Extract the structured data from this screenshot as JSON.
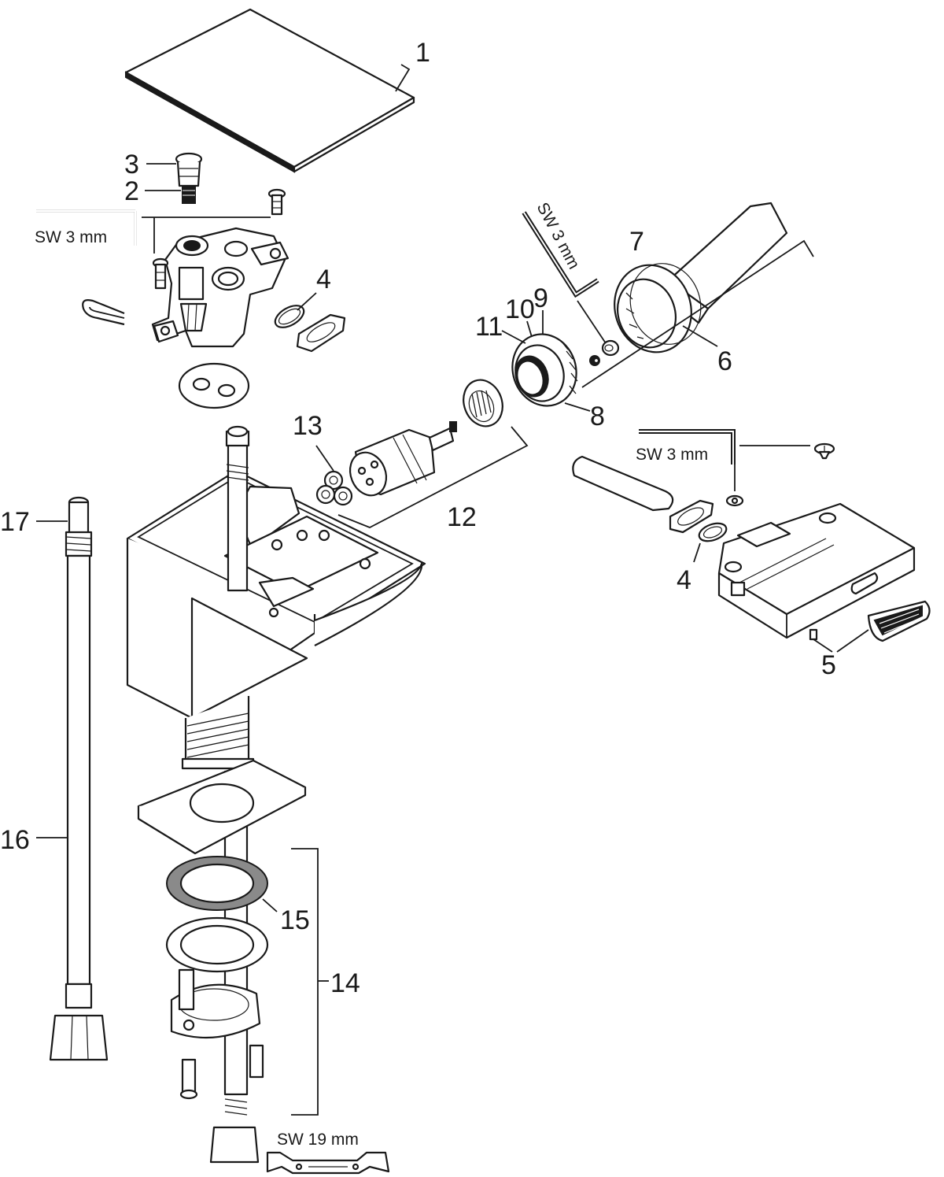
{
  "callouts": {
    "c1": "1",
    "c2": "2",
    "c3": "3",
    "c4a": "4",
    "c4b": "4",
    "c5": "5",
    "c6": "6",
    "c7": "7",
    "c8": "8",
    "c9": "9",
    "c10": "10",
    "c11": "11",
    "c12": "12",
    "c13": "13",
    "c14": "14",
    "c15": "15",
    "c16": "16",
    "c17": "17"
  },
  "tools": {
    "hex_key_left": "SW 3 mm",
    "hex_key_diagonal": "SW 3 mm",
    "hex_key_right": "SW 3 mm",
    "wrench": "SW 19 mm"
  },
  "icons": {
    "hex_key": "allen-key-icon",
    "wrench": "open-end-wrench-icon"
  },
  "colors": {
    "ink": "#1a1a1a",
    "paper": "#ffffff",
    "gasket": "#8a8a8a"
  }
}
